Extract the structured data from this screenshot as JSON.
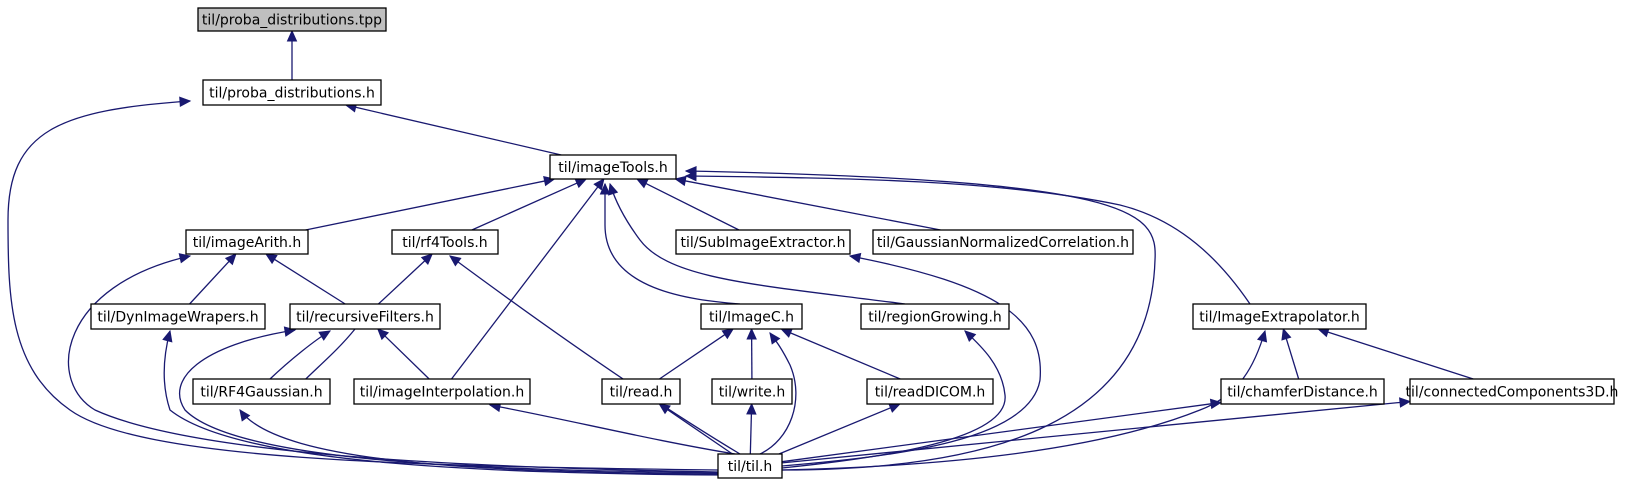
{
  "colors": {
    "edge": "#191970",
    "root_fill": "#bfbfbf",
    "node_fill": "#ffffff",
    "node_border": "#000000"
  },
  "nodes": [
    {
      "id": "proba_tpp",
      "label": "til/proba_distributions.tpp",
      "root": true
    },
    {
      "id": "proba_h",
      "label": "til/proba_distributions.h"
    },
    {
      "id": "imageTools",
      "label": "til/imageTools.h"
    },
    {
      "id": "imageArith",
      "label": "til/imageArith.h"
    },
    {
      "id": "rf4Tools",
      "label": "til/rf4Tools.h"
    },
    {
      "id": "subImage",
      "label": "til/SubImageExtractor.h"
    },
    {
      "id": "gaussNorm",
      "label": "til/GaussianNormalizedCorrelation.h"
    },
    {
      "id": "dynWrapers",
      "label": "til/DynImageWrapers.h"
    },
    {
      "id": "recursive",
      "label": "til/recursiveFilters.h"
    },
    {
      "id": "imageC",
      "label": "til/ImageC.h"
    },
    {
      "id": "regionGrowing",
      "label": "til/regionGrowing.h"
    },
    {
      "id": "imageExtrap",
      "label": "til/ImageExtrapolator.h"
    },
    {
      "id": "rf4Gaussian",
      "label": "til/RF4Gaussian.h"
    },
    {
      "id": "imageInterp",
      "label": "til/imageInterpolation.h"
    },
    {
      "id": "read",
      "label": "til/read.h"
    },
    {
      "id": "write",
      "label": "til/write.h"
    },
    {
      "id": "readDICOM",
      "label": "til/readDICOM.h"
    },
    {
      "id": "chamfer",
      "label": "til/chamferDistance.h"
    },
    {
      "id": "connected",
      "label": "til/connectedComponents3D.h"
    },
    {
      "id": "til",
      "label": "til/til.h"
    }
  ],
  "edges": [
    {
      "from": "proba_h",
      "to": "proba_tpp"
    },
    {
      "from": "til",
      "to": "proba_h"
    },
    {
      "from": "imageTools",
      "to": "proba_h"
    },
    {
      "from": "imageArith",
      "to": "imageTools"
    },
    {
      "from": "rf4Tools",
      "to": "imageTools"
    },
    {
      "from": "imageInterp",
      "to": "imageTools"
    },
    {
      "from": "imageC",
      "to": "imageTools"
    },
    {
      "from": "regionGrowing",
      "to": "imageTools"
    },
    {
      "from": "subImage",
      "to": "imageTools"
    },
    {
      "from": "gaussNorm",
      "to": "imageTools"
    },
    {
      "from": "til",
      "to": "imageTools"
    },
    {
      "from": "imageExtrap",
      "to": "imageTools"
    },
    {
      "from": "til",
      "to": "imageArith"
    },
    {
      "from": "dynWrapers",
      "to": "imageArith"
    },
    {
      "from": "recursive",
      "to": "imageArith"
    },
    {
      "from": "recursive",
      "to": "rf4Tools"
    },
    {
      "from": "til",
      "to": "rf4Tools"
    },
    {
      "from": "til",
      "to": "subImage"
    },
    {
      "from": "til",
      "to": "dynWrapers"
    },
    {
      "from": "til",
      "to": "recursive"
    },
    {
      "from": "rf4Gaussian",
      "to": "recursive"
    },
    {
      "from": "imageInterp",
      "to": "recursive"
    },
    {
      "from": "recursive",
      "to": "rf4Gaussian"
    },
    {
      "from": "til",
      "to": "rf4Gaussian"
    },
    {
      "from": "til",
      "to": "imageInterp"
    },
    {
      "from": "read",
      "to": "imageC"
    },
    {
      "from": "write",
      "to": "imageC"
    },
    {
      "from": "til",
      "to": "imageC"
    },
    {
      "from": "readDICOM",
      "to": "imageC"
    },
    {
      "from": "til",
      "to": "read"
    },
    {
      "from": "til",
      "to": "write"
    },
    {
      "from": "til",
      "to": "readDICOM"
    },
    {
      "from": "til",
      "to": "regionGrowing"
    },
    {
      "from": "til",
      "to": "imageExtrap"
    },
    {
      "from": "chamfer",
      "to": "imageExtrap"
    },
    {
      "from": "connected",
      "to": "imageExtrap"
    },
    {
      "from": "til",
      "to": "chamfer"
    },
    {
      "from": "til",
      "to": "connected"
    }
  ]
}
